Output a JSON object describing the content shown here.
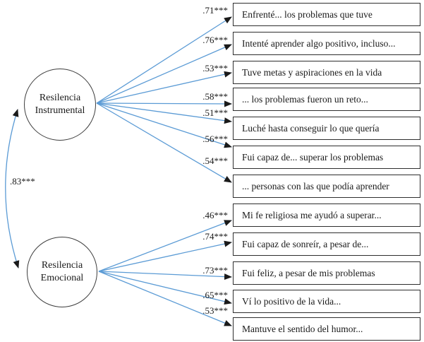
{
  "diagram_type": "confirmatory-factor-analysis-path-diagram",
  "colors": {
    "path_blue": "#5B9BD5",
    "arrow_black": "#1a1a1a",
    "border_black": "#2e2e2e",
    "background": "#ffffff"
  },
  "covariance": {
    "label": ".83***"
  },
  "factors": [
    {
      "name": "Resilencia Instrumental",
      "name_lines": [
        "Resilencia",
        "Instrumental"
      ],
      "items": [
        {
          "loading": ".71***",
          "text": "Enfrenté... los problemas que tuve"
        },
        {
          "loading": ".76***",
          "text": "Intenté aprender algo positivo, incluso..."
        },
        {
          "loading": ".53***",
          "text": "Tuve metas y aspiraciones en la vida"
        },
        {
          "loading": ".58***",
          "text": "... los problemas fueron un reto..."
        },
        {
          "loading": ".51***",
          "text": "Luché hasta conseguir lo que quería"
        },
        {
          "loading": ".56***",
          "text": "Fui capaz de... superar los problemas"
        },
        {
          "loading": ".54***",
          "text": "... personas con las que podía aprender"
        }
      ]
    },
    {
      "name": "Resilencia Emocional",
      "name_lines": [
        "Resilencia",
        "Emocional"
      ],
      "items": [
        {
          "loading": ".46***",
          "text": "Mi fe religiosa me ayudó a superar..."
        },
        {
          "loading": ".74***",
          "text": "Fui capaz de sonreír, a pesar de..."
        },
        {
          "loading": ".73***",
          "text": "Fui feliz, a pesar de mis problemas"
        },
        {
          "loading": ".65***",
          "text": "Ví lo positivo de la vida..."
        },
        {
          "loading": ".53***",
          "text": "Mantuve el sentido del humor..."
        }
      ]
    }
  ]
}
